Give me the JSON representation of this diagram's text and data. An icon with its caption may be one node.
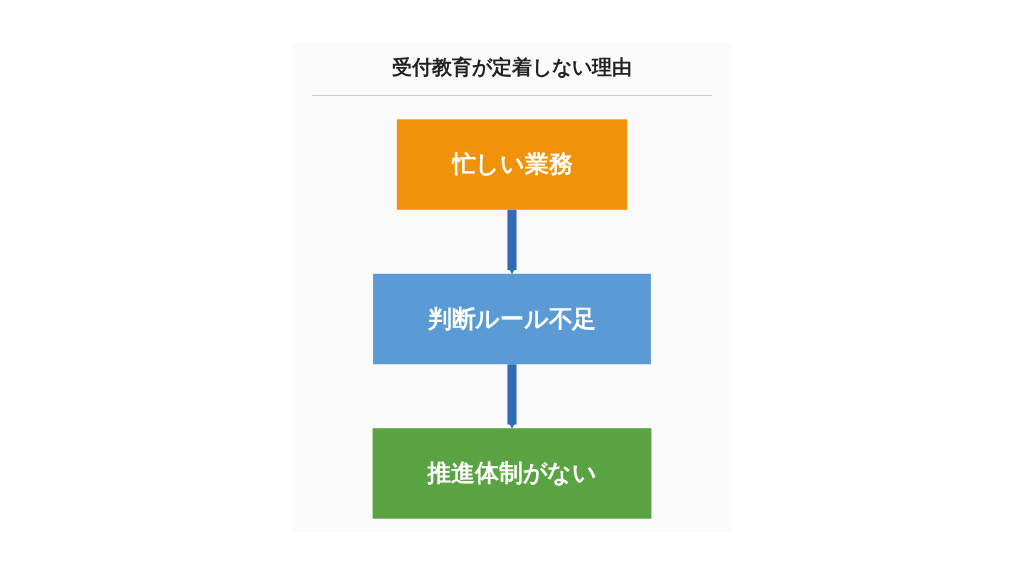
{
  "diagram": {
    "title": "受付教育が定着しない理由",
    "nodes": [
      {
        "text": [
          "忙しい業務"
        ]
      },
      {
        "text": [
          "判断ルール不足"
        ]
      },
      {
        "text": [
          "推進体制がない"
        ]
      }
    ],
    "edges": [
      {
        "from": 0,
        "to": 1,
        "arrow": "to"
      },
      {
        "from": 1,
        "to": 2,
        "arrow": "to"
      }
    ]
  }
}
